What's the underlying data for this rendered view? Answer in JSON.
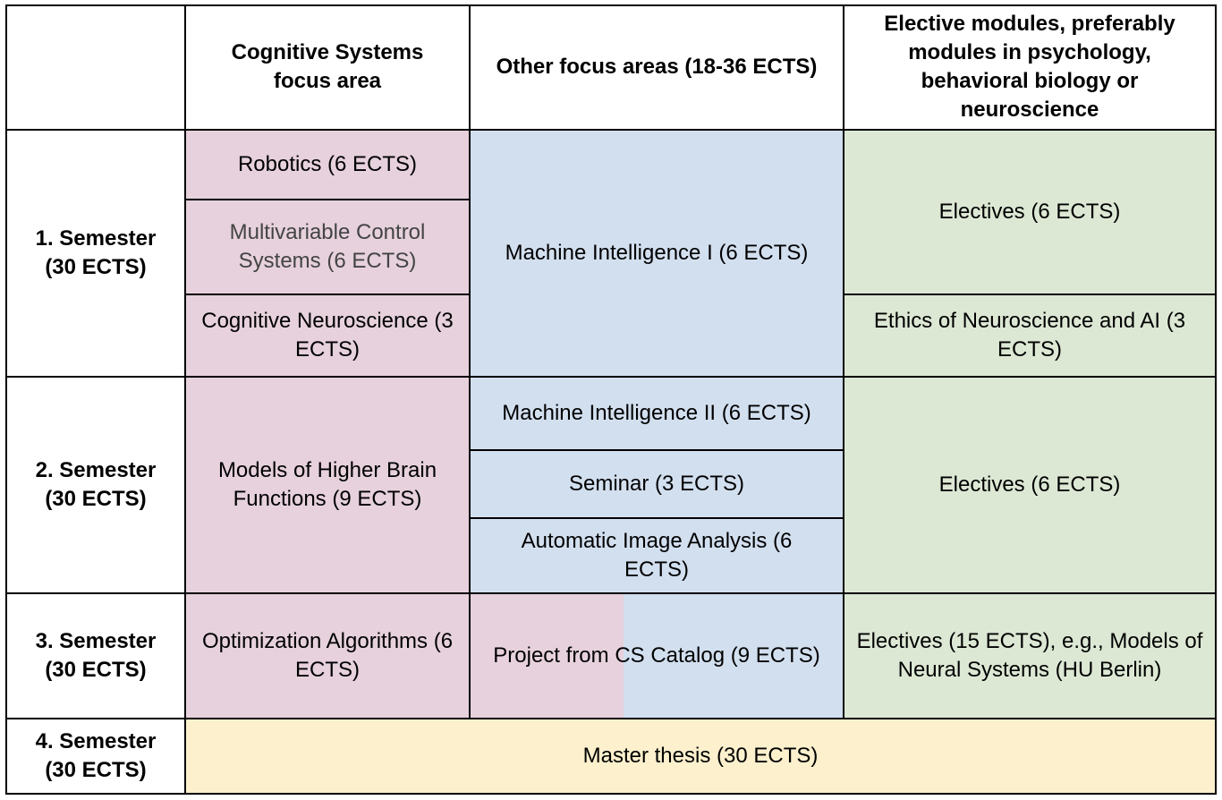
{
  "header": {
    "corner": "",
    "col1": "Cognitive Systems focus area",
    "col2": "Other focus areas (18-36 ECTS)",
    "col3": "Elective modules, preferably modules in psychology, behavioral biology or neuroscience"
  },
  "rows": {
    "sem1": {
      "label": "1. Semester (30 ECTS)",
      "focus": [
        "Robotics (6 ECTS)",
        "Multivariable Control Systems (6 ECTS)",
        "Cognitive Neuroscience (3 ECTS)"
      ],
      "other": [
        "Machine Intelligence I (6 ECTS)"
      ],
      "electives": [
        "Electives (6 ECTS)",
        "Ethics of Neuroscience and AI (3 ECTS)"
      ]
    },
    "sem2": {
      "label": "2. Semester (30 ECTS)",
      "focus": [
        "Models of Higher Brain Functions (9 ECTS)"
      ],
      "other": [
        "Machine Intelligence II (6 ECTS)",
        "Seminar (3 ECTS)",
        "Automatic Image Analysis (6 ECTS)"
      ],
      "electives": [
        "Electives (6 ECTS)"
      ]
    },
    "sem3": {
      "label": "3. Semester (30 ECTS)",
      "focus": [
        "Optimization Algorithms (6 ECTS)"
      ],
      "other": [
        "Project from CS Catalog (9 ECTS)"
      ],
      "electives": [
        "Electives (15 ECTS), e.g., Models of Neural Systems (HU Berlin)"
      ]
    },
    "sem4": {
      "label": "4. Semester (30 ECTS)",
      "thesis": "Master thesis (30 ECTS)"
    }
  },
  "colors": {
    "focus_area": "#e6d1dc",
    "other_focus": "#d2dfef",
    "electives": "#dce8d4",
    "thesis": "#fcf0cd"
  }
}
